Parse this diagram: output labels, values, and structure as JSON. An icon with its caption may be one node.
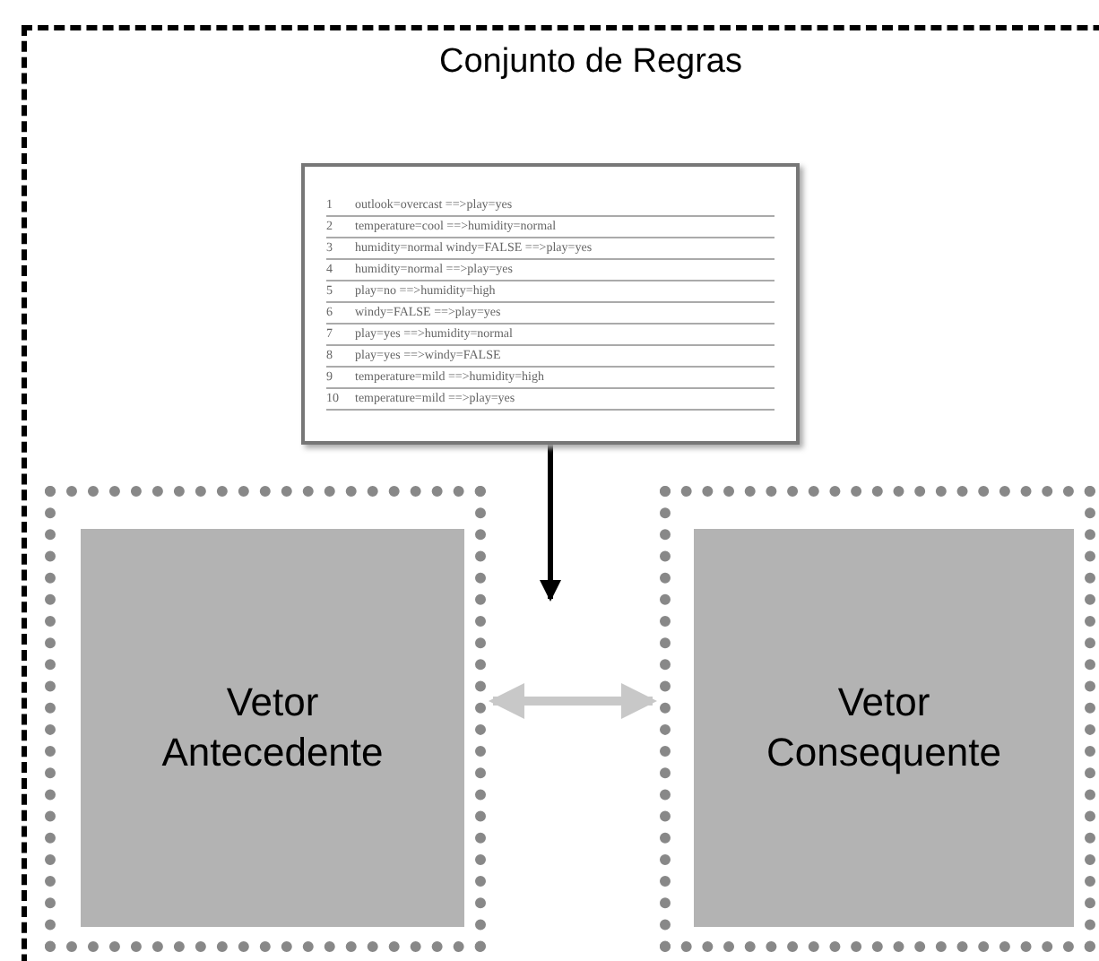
{
  "diagram": {
    "nodes": [
      {
        "text": [
          "Conjunto de Regras"
        ]
      },
      {
        "text": [
          "1",
          "outlook=overcast ==>play=yes",
          "2",
          "temperature=cool ==>humidity=normal",
          "3",
          "humidity=normal windy=FALSE ==>play=yes",
          "4",
          "humidity=normal ==>play=yes",
          "5",
          "play=no ==>humidity=high",
          "6",
          "windy=FALSE ==>play=yes",
          "7",
          "play=yes ==>humidity=normal",
          "8",
          "play=yes ==>windy=FALSE",
          "9",
          "temperature=mild ==>humidity=high",
          "10",
          "temperature=mild ==>play=yes"
        ],
        "in": 0
      },
      {
        "text": [],
        "shape": "box",
        "in": 0
      },
      {
        "text": [
          "Vetor Antecedente"
        ],
        "in": 2
      },
      {
        "text": [],
        "shape": "box",
        "in": 0
      },
      {
        "text": [
          "Vetor Consequente"
        ],
        "in": 4
      }
    ],
    "edges": [
      {
        "from": 1,
        "to": null,
        "arrow": "to"
      },
      {
        "from": 2,
        "to": 4,
        "arrow": "both",
        "color": "#c8c8c8"
      }
    ]
  }
}
